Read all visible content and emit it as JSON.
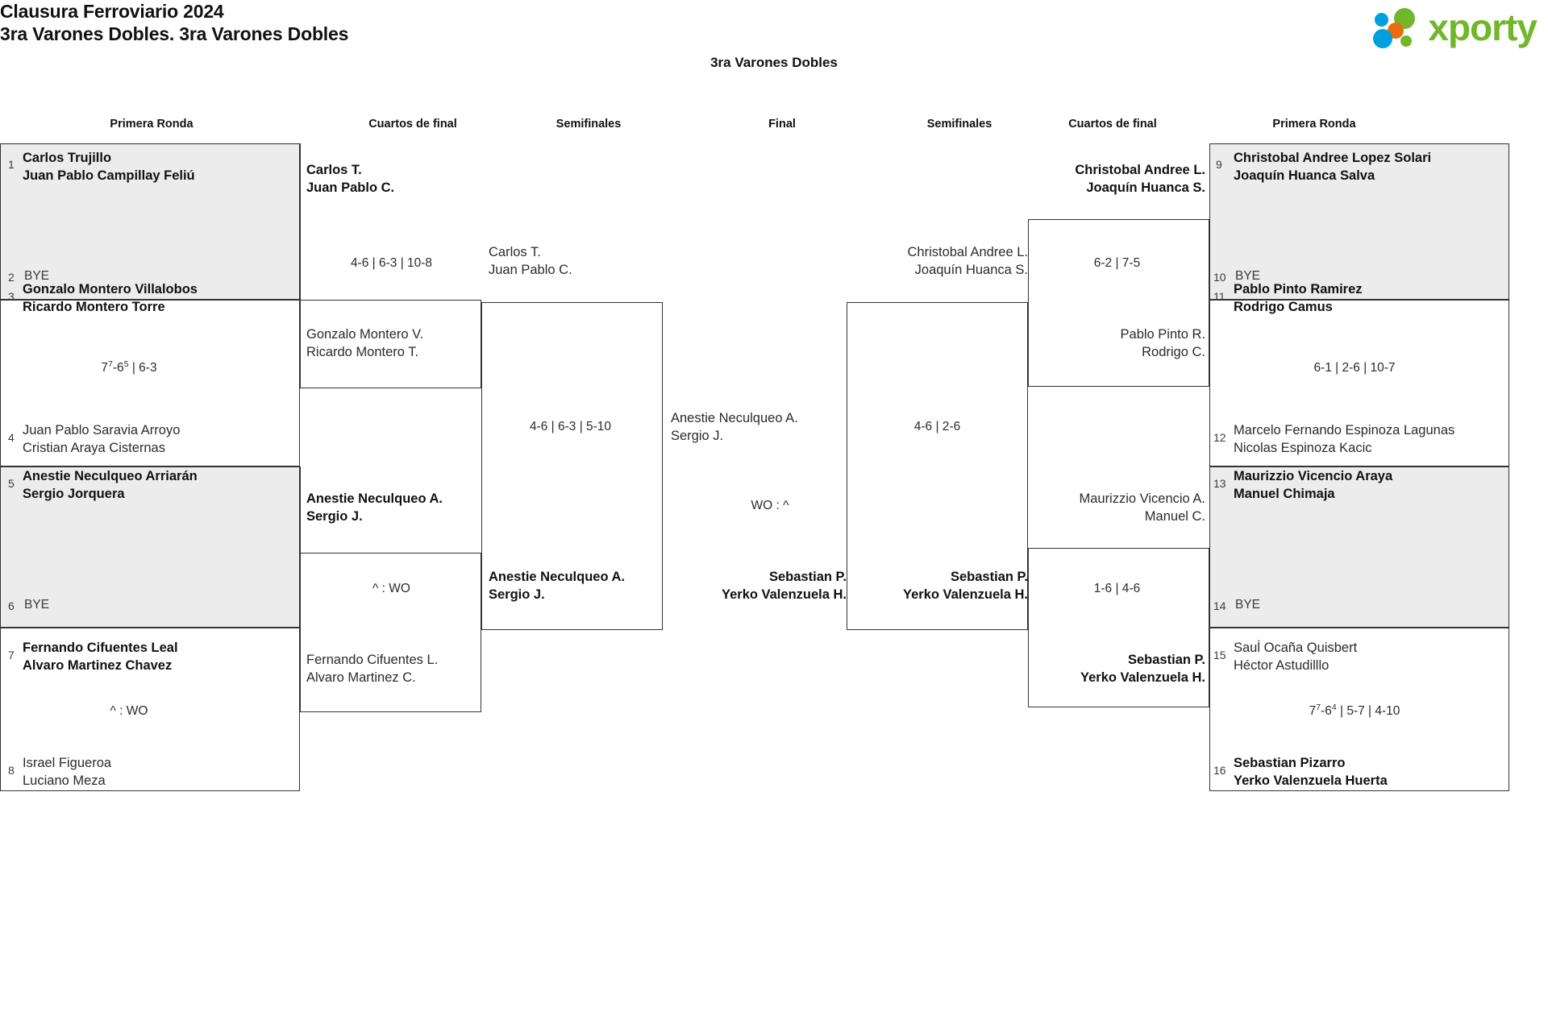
{
  "header": {
    "tournament": "Clausura Ferroviario 2024",
    "category": "3ra Varones Dobles. 3ra Varones Dobles",
    "logo_text": "xporty",
    "logo_colors": {
      "blue": "#00a0e0",
      "green": "#72b62b",
      "orange": "#e86b12"
    }
  },
  "bracket_title": "3ra Varones Dobles",
  "rounds": {
    "left": [
      {
        "label": "Primera Ronda"
      },
      {
        "label": "Cuartos de final"
      },
      {
        "label": "Semifinales"
      }
    ],
    "center": {
      "label": "Final"
    },
    "right": [
      {
        "label": "Semifinales"
      },
      {
        "label": "Cuartos de final"
      },
      {
        "label": "Primera Ronda"
      }
    ]
  },
  "left": {
    "r1": [
      {
        "seed": "1",
        "p1": "Carlos Trujillo",
        "p2": "Juan Pablo Campillay Feliú",
        "winner": true,
        "shaded": true,
        "bye": false
      },
      {
        "seed": "2",
        "p1": "BYE",
        "p2": "",
        "winner": false,
        "shaded": true,
        "bye": true
      },
      {
        "seed": "3",
        "p1": "Gonzalo Montero Villalobos",
        "p2": "Ricardo Montero Torre",
        "winner": true,
        "shaded": false,
        "bye": false
      },
      {
        "seed": "4",
        "p1": "Juan Pablo Saravia Arroyo",
        "p2": "Cristian Araya Cisternas",
        "winner": false,
        "shaded": false,
        "bye": false
      },
      {
        "seed": "5",
        "p1": "Anestie Neculqueo Arriarán",
        "p2": "Sergio Jorquera",
        "winner": true,
        "shaded": true,
        "bye": false
      },
      {
        "seed": "6",
        "p1": "BYE",
        "p2": "",
        "winner": false,
        "shaded": true,
        "bye": true
      },
      {
        "seed": "7",
        "p1": "Fernando Cifuentes Leal",
        "p2": "Alvaro Martinez Chavez",
        "winner": true,
        "shaded": false,
        "bye": false
      },
      {
        "seed": "8",
        "p1": "Israel Figueroa",
        "p2": "Luciano Meza",
        "winner": false,
        "shaded": false,
        "bye": false
      }
    ],
    "r1_scores": [
      {
        "text": "",
        "tb": null
      },
      {
        "parts": [
          {
            "t": "7",
            "sup": "7"
          },
          {
            "t": "-6"
          },
          {
            "t": "6",
            "sup": "5",
            "hide": true
          }
        ],
        "text": "7-6 | 6-3"
      },
      {
        "text": ""
      },
      {
        "text": "^ : WO"
      }
    ],
    "qf": [
      {
        "p1": "Carlos T.",
        "p2": "Juan Pablo C.",
        "winner": true
      },
      {
        "p1": "Gonzalo Montero V.",
        "p2": "Ricardo Montero T.",
        "winner": false
      },
      {
        "p1": "Anestie Neculqueo A.",
        "p2": "Sergio J.",
        "winner": true
      },
      {
        "p1": "Fernando Cifuentes L.",
        "p2": "Alvaro Martinez C.",
        "winner": false
      }
    ],
    "qf_scores": [
      "4-6 | 6-3 | 10-8",
      "^ : WO"
    ],
    "sf": [
      {
        "p1": "Carlos T.",
        "p2": "Juan Pablo C.",
        "winner": false
      },
      {
        "p1": "Anestie Neculqueo A.",
        "p2": "Sergio J.",
        "winner": true
      }
    ],
    "sf_score": "4-6 | 6-3 | 5-10"
  },
  "final": {
    "top": {
      "p1": "Anestie Neculqueo A.",
      "p2": "Sergio J.",
      "winner": false
    },
    "bottom": {
      "p1": "Sebastian P.",
      "p2": "Yerko Valenzuela H.",
      "winner": true
    },
    "score": "WO : ^"
  },
  "right": {
    "r1": [
      {
        "seed": "9",
        "p1": "Christobal Andree Lopez Solari",
        "p2": "Joaquín Huanca Salva",
        "winner": true,
        "shaded": true,
        "bye": false
      },
      {
        "seed": "10",
        "p1": "BYE",
        "p2": "",
        "winner": false,
        "shaded": true,
        "bye": true
      },
      {
        "seed": "11",
        "p1": "Pablo Pinto Ramirez",
        "p2": "Rodrigo Camus",
        "winner": true,
        "shaded": false,
        "bye": false
      },
      {
        "seed": "12",
        "p1": "Marcelo Fernando Espinoza Lagunas",
        "p2": "Nicolas Espinoza Kacic",
        "winner": false,
        "shaded": false,
        "bye": false
      },
      {
        "seed": "13",
        "p1": "Maurizzio Vicencio Araya",
        "p2": "Manuel Chimaja",
        "winner": true,
        "shaded": true,
        "bye": false
      },
      {
        "seed": "14",
        "p1": "BYE",
        "p2": "",
        "winner": false,
        "shaded": true,
        "bye": true
      },
      {
        "seed": "15",
        "p1": "Saul̇ Ocaña Quisbert",
        "p2": "Héctor Astudilllo",
        "winner": false,
        "shaded": false,
        "bye": false
      },
      {
        "seed": "16",
        "p1": "Sebastian Pizarro",
        "p2": "Yerko Valenzuela Huerta",
        "winner": true,
        "shaded": false,
        "bye": false
      }
    ],
    "r1_scores": [
      "6-1 | 2-6 | 10-7",
      "7-6 | 5-7 | 4-10"
    ],
    "qf": [
      {
        "p1": "Christobal Andree L.",
        "p2": "Joaquín Huanca S.",
        "winner": true
      },
      {
        "p1": "Pablo Pinto R.",
        "p2": "Rodrigo C.",
        "winner": false
      },
      {
        "p1": "Maurizzio Vicencio A.",
        "p2": "Manuel C.",
        "winner": false
      },
      {
        "p1": "Sebastian P.",
        "p2": "Yerko Valenzuela H.",
        "winner": true
      }
    ],
    "qf_scores": [
      "6-2 | 7-5",
      "1-6 | 4-6"
    ],
    "sf": [
      {
        "p1": "Christobal Andree L.",
        "p2": "Joaquín Huanca S.",
        "winner": false
      },
      {
        "p1": "Sebastian P.",
        "p2": "Yerko Valenzuela H.",
        "winner": true
      }
    ],
    "sf_score": "4-6 | 2-6"
  }
}
